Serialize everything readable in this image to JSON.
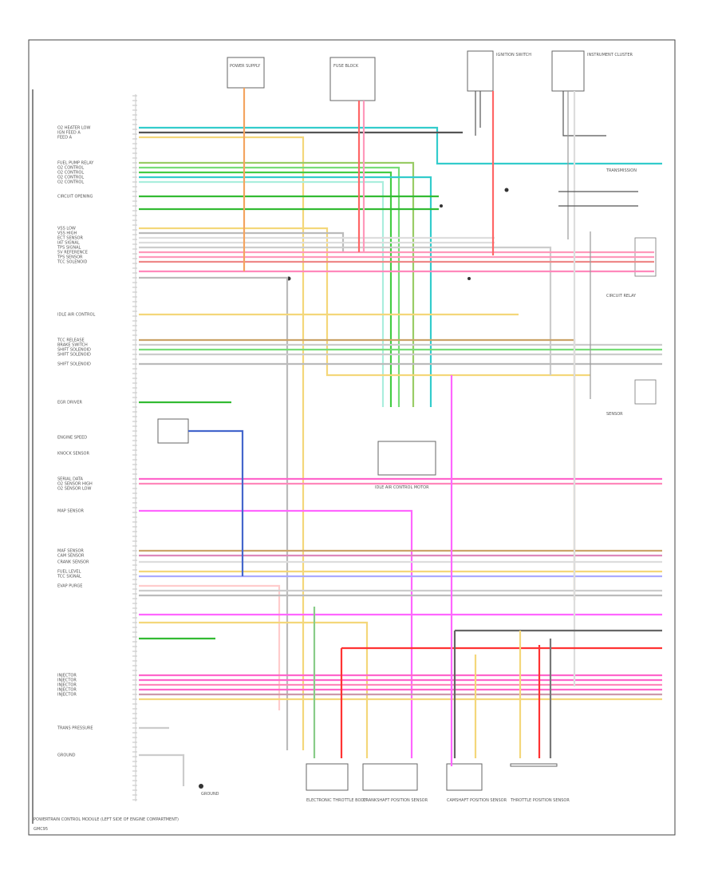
{
  "diagram": {
    "footer_caption": "POWERTRAIN CONTROL MODULE (LEFT SIDE OF ENGINE COMPARTMENT)",
    "footer_code": "GMC95",
    "left_labels": [
      "O2 HEATER LOW",
      "IGN FEED A",
      "FEED A",
      "FUEL PUMP RELAY",
      "O2 CONTROL",
      "O2 CONTROL",
      "O2 CONTROL",
      "O2 CONTROL",
      "CIRCUIT OPENING",
      "VSS LOW",
      "VSS HIGH",
      "ECT SENSOR",
      "IAT SIGNAL",
      "TPS SIGNAL",
      "5V REFERENCE",
      "TPS SENSOR",
      "TCC SOLENOID",
      "IDLE AIR CONTROL",
      "TCC RELEASE",
      "BRAKE SWITCH",
      "SHIFT SOLENOID",
      "SHIFT SOLENOID",
      "SHIFT SOLENOID",
      "EGR DRIVER",
      "ENGINE SPEED",
      "KNOCK SENSOR",
      "SERIAL DATA",
      "O2 SENSOR HIGH",
      "O2 SENSOR LOW",
      "MAP SENSOR",
      "MAF SENSOR",
      "CAM SENSOR",
      "CRANK SENSOR",
      "FUEL LEVEL",
      "TCC SIGNAL",
      "EVAP PURGE",
      "INJECTOR",
      "INJECTOR",
      "INJECTOR",
      "INJECTOR",
      "INJECTOR",
      "TRANS PRESSURE",
      "GROUND"
    ],
    "bottom_components": [
      "ELECTRONIC THROTTLE BODY",
      "CRANKSHAFT POSITION SENSOR",
      "CAMSHAFT POSITION SENSOR",
      "THROTTLE POSITION SENSOR"
    ],
    "top_components": [
      "POWER SUPPLY",
      "FUSE BLOCK",
      "IGNITION SWITCH",
      "INSTRUMENT CLUSTER"
    ],
    "mid_components": [
      "IDLE AIR CONTROL MOTOR",
      "GROUND"
    ],
    "right_components": [
      "TRANSMISSION",
      "CIRCUIT RELAY",
      "SENSOR"
    ]
  }
}
